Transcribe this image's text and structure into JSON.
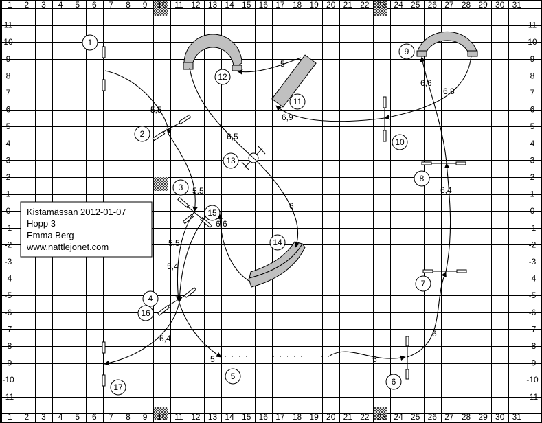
{
  "info": {
    "event": "Kistamässan 2012-01-07",
    "class": "Hopp 3",
    "judge": "Emma Berg",
    "website": "www.nattlejonet.com"
  },
  "grid": {
    "x_labels": [
      "1",
      "2",
      "3",
      "4",
      "5",
      "6",
      "7",
      "8",
      "9",
      "10",
      "11",
      "12",
      "13",
      "14",
      "15",
      "16",
      "17",
      "18",
      "19",
      "20",
      "21",
      "22",
      "23",
      "24",
      "25",
      "26",
      "27",
      "28",
      "29",
      "30",
      "31"
    ],
    "y_labels": [
      "11",
      "10",
      "9",
      "8",
      "7",
      "6",
      "5",
      "4",
      "3",
      "2",
      "1",
      "0",
      "-1",
      "-2",
      "-3",
      "-4",
      "-5",
      "-6",
      "-7",
      "-8",
      "-9",
      "-10",
      "-11"
    ]
  },
  "obstacles": {
    "numbers": [
      "1",
      "2",
      "3",
      "4",
      "5",
      "6",
      "7",
      "8",
      "9",
      "10",
      "11",
      "12",
      "13",
      "14",
      "15",
      "16",
      "17"
    ]
  },
  "distances": [
    "5,5",
    "5,5",
    "5,4",
    "5,5",
    "6,4",
    "5",
    "5",
    "6",
    "6,4",
    "6,6",
    "6,8",
    "6,9",
    "5",
    "6,5",
    "6",
    "6,6"
  ]
}
